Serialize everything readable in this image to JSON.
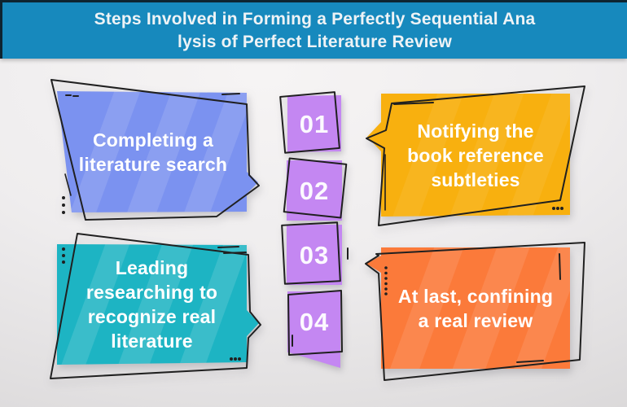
{
  "header": {
    "title_lines": [
      "Steps Involved in Forming a Perfectly Sequential Ana",
      "lysis of Perfect Literature Review"
    ],
    "bg_color": "#1789bd"
  },
  "steps": [
    {
      "number": "01",
      "label": "Completing a literature search",
      "lines": [
        "Completing a",
        "literature search"
      ],
      "color": "#7b92f0"
    },
    {
      "number": "02",
      "label": "Notifying the book reference subtleties",
      "lines": [
        "Notifying the",
        "book reference",
        "subtleties"
      ],
      "color": "#f8b00f"
    },
    {
      "number": "03",
      "label": "Leading researching to recognize real literature",
      "lines": [
        "Leading",
        "researching to",
        "recognize real",
        "literature"
      ],
      "color": "#1db4c3"
    },
    {
      "number": "04",
      "label": "At last, confining a real review",
      "lines": [
        "At last, confining",
        "a real review"
      ],
      "color": "#fb7a3a"
    }
  ],
  "tiles": {
    "color": "#c487f2"
  }
}
